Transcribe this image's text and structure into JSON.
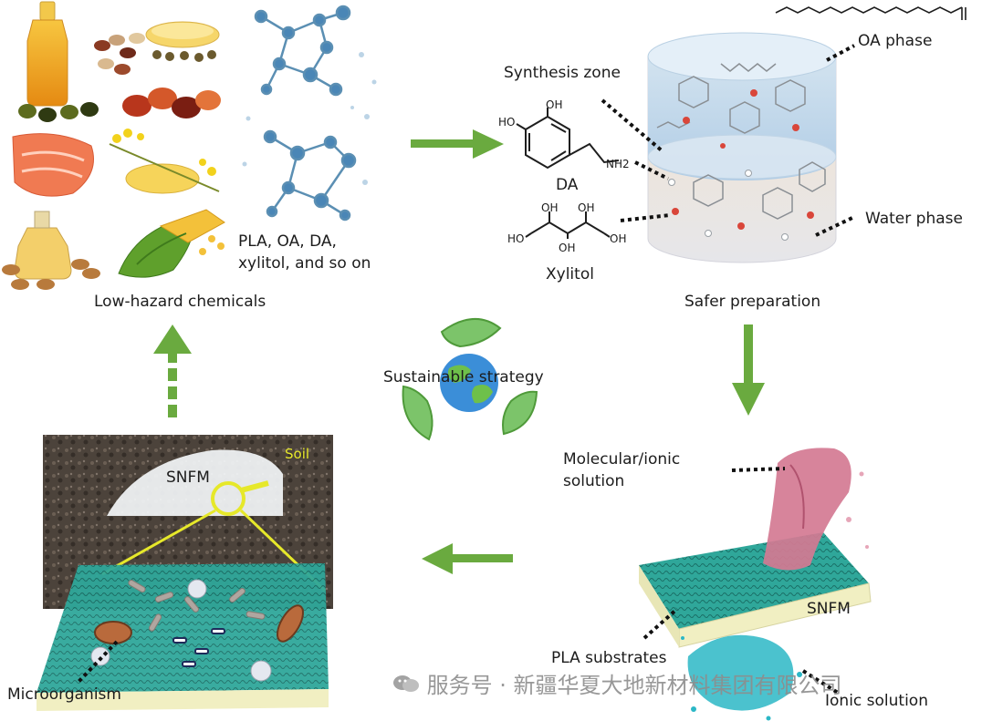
{
  "labels": {
    "low_hazard": "Low-hazard chemicals",
    "chem_list_1": "PLA, OA, DA,",
    "chem_list_2": "xylitol, and so on",
    "synthesis_zone": "Synthesis zone",
    "oa_phase": "OA phase",
    "da": "DA",
    "xylitol": "Xylitol",
    "water_phase": "Water phase",
    "safer_preparation": "Safer preparation",
    "sustainable_strategy": "Sustainable strategy",
    "soil": "Soil",
    "snfm_soil": "SNFM",
    "microorganism": "Microorganism",
    "molecular_ionic_1": "Molecular/ionic",
    "molecular_ionic_2": "solution",
    "snfm_membrane": "SNFM",
    "pla_substrates": "PLA substrates",
    "ionic_solution": "Ionic solution"
  },
  "chem_labels": {
    "ho": "HO",
    "oh": "OH",
    "nh2": "NH2"
  },
  "watermark": "服务号 · 新疆华夏大地新材料集团有限公司",
  "colors": {
    "arrow_green": "#6aaa3f",
    "snfm_teal": "#2fa79a",
    "soil_dark": "#4a4038",
    "highlight_yellow": "#e6e82a",
    "liquid_pink": "#d47a92",
    "ionic_cyan": "#2bb7c6"
  }
}
